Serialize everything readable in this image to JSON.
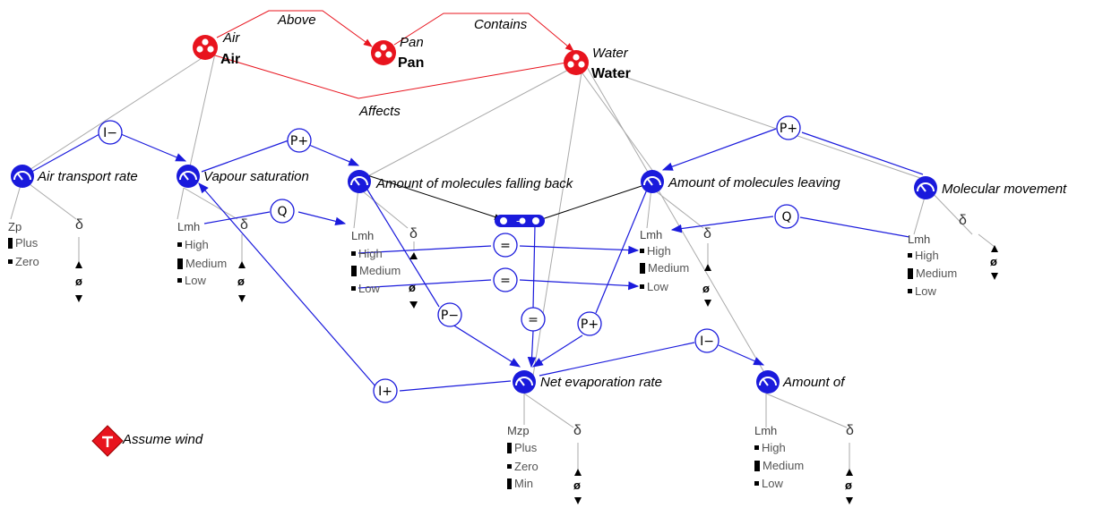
{
  "entities": [
    {
      "name": "Air",
      "type": "Air"
    },
    {
      "name": "Pan",
      "type": "Pan"
    },
    {
      "name": "Water",
      "type": "Water"
    }
  ],
  "configurations": [
    "Above",
    "Contains",
    "Affects"
  ],
  "quantities": [
    {
      "name": "Air transport rate",
      "space": "Zp",
      "values": [
        "Plus",
        "Zero"
      ],
      "derivative": "δ",
      "zero": "ø"
    },
    {
      "name": "Vapour saturation",
      "space": "Lmh",
      "values": [
        "High",
        "Medium",
        "Low"
      ],
      "derivative": "δ",
      "zero": "ø"
    },
    {
      "name": "Amount of molecules falling back",
      "space": "Lmh",
      "values": [
        "High",
        "Medium",
        "Low"
      ],
      "derivative": "δ",
      "zero": "ø"
    },
    {
      "name": "Amount of molecules leaving",
      "space": "Lmh",
      "values": [
        "High",
        "Medium",
        "Low"
      ],
      "derivative": "δ",
      "zero": "ø"
    },
    {
      "name": "Molecular movement",
      "space": "Lmh",
      "values": [
        "High",
        "Medium",
        "Low"
      ],
      "derivative": "δ",
      "zero": "ø"
    },
    {
      "name": "Net evaporation rate",
      "space": "Mzp",
      "values": [
        "Plus",
        "Zero",
        "Min"
      ],
      "derivative": "δ",
      "zero": "ø"
    },
    {
      "name": "Amount of",
      "space": "Lmh",
      "values": [
        "High",
        "Medium",
        "Low"
      ],
      "derivative": "δ",
      "zero": "ø"
    }
  ],
  "dependencies": {
    "i_minus_1": "I−",
    "p_plus_1": "P+",
    "p_plus_2": "P+",
    "q_1": "Q",
    "q_2": "Q",
    "eq_1": "=",
    "eq_2": "=",
    "eq_3": "=",
    "p_minus": "P−",
    "p_plus_3": "P+",
    "i_plus": "I+",
    "i_minus_2": "I−",
    "calc": "−"
  },
  "assumption": "Assume wind",
  "colors": {
    "entity": "#e8141e",
    "quantity": "#1a1adc",
    "config_line": "#e8141e",
    "grey_line": "#aaaaaa",
    "causal": "#1a1adc"
  }
}
